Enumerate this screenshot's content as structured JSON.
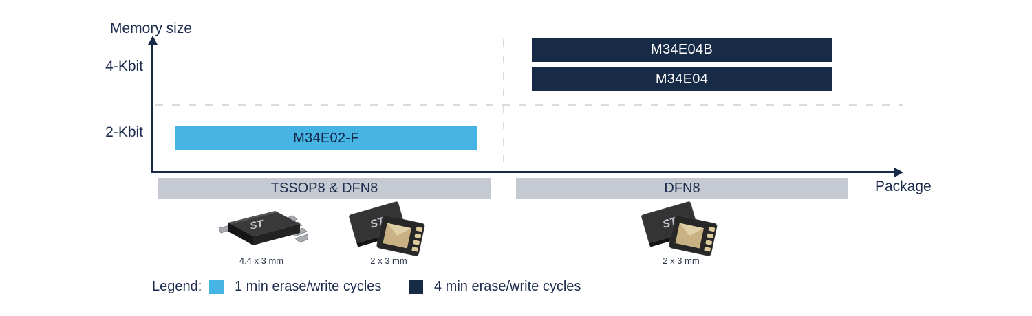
{
  "colors": {
    "navy": "#172a46",
    "light_blue": "#47b5e3",
    "band_gray": "#c4c9d2",
    "dash_gray": "#d9dcdf",
    "text_navy": "#1d2c4e"
  },
  "chart_data": {
    "type": "bar",
    "title": "",
    "ylabel": "Memory size",
    "xlabel": "Package",
    "y_categories": [
      "2-Kbit",
      "4-Kbit"
    ],
    "x_categories": [
      "TSSOP8 & DFN8",
      "DFN8"
    ],
    "series": [
      {
        "name": "M34E02-F",
        "memory_size": "2-Kbit",
        "package": "TSSOP8 & DFN8",
        "erase_write": "1 min erase/write cycles",
        "color": "#47b5e3"
      },
      {
        "name": "M34E04",
        "memory_size": "4-Kbit",
        "package": "DFN8",
        "erase_write": "4 min erase/write cycles",
        "color": "#172a46"
      },
      {
        "name": "M34E04B",
        "memory_size": "4-Kbit",
        "package": "DFN8",
        "erase_write": "4 min erase/write cycles",
        "color": "#172a46"
      }
    ],
    "legend_position": "bottom",
    "separators": "dashed gray line between 2-Kbit and 4-Kbit rows; dashed gray line between package columns"
  },
  "chips": {
    "logo": "ST",
    "items": [
      {
        "package": "TSSOP8",
        "dimensions": "4.4 x 3 mm"
      },
      {
        "package": "DFN8",
        "dimensions": "2 x 3 mm"
      },
      {
        "package": "DFN8",
        "dimensions": "2 x 3 mm"
      }
    ]
  },
  "legend": {
    "title": "Legend:",
    "items": [
      {
        "label": "1 min erase/write cycles",
        "color": "#47b5e3"
      },
      {
        "label": "4 min erase/write cycles",
        "color": "#172a46"
      }
    ]
  }
}
